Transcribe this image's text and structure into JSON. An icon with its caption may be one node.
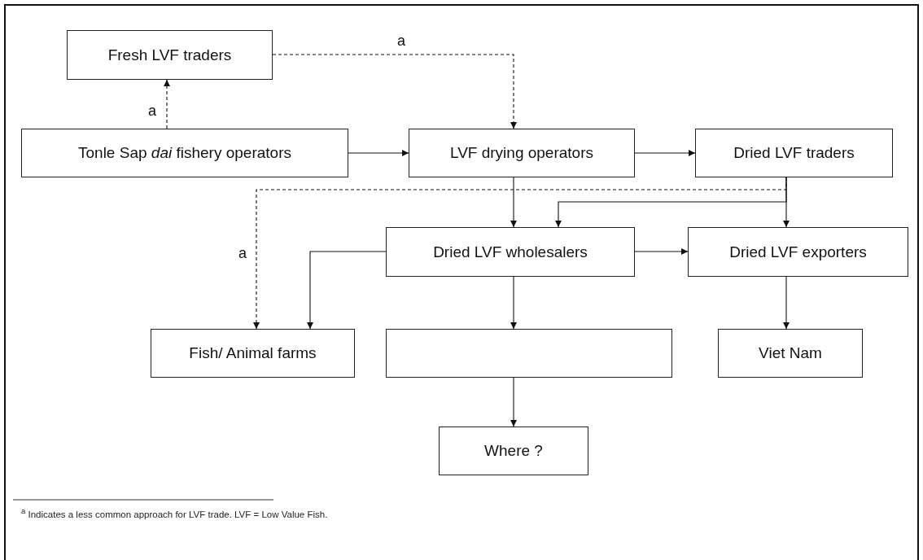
{
  "diagram": {
    "nodes": [
      {
        "text": [
          "Fresh LVF traders"
        ]
      },
      {
        "text": [
          "Tonle Sap *dai* fishery operators"
        ]
      },
      {
        "text": [
          "LVF drying operators"
        ]
      },
      {
        "text": [
          "Dried LVF traders"
        ]
      },
      {
        "text": [
          "Dried LVF wholesalers"
        ]
      },
      {
        "text": [
          "Dried LVF exporters"
        ]
      },
      {
        "text": [
          "Fish/ Animal farms"
        ]
      },
      {
        "text": [],
        "shape": "box"
      },
      {
        "text": [
          "Viet Nam"
        ]
      },
      {
        "text": [
          "Where ?"
        ]
      }
    ],
    "edges": [
      {
        "from": 1,
        "to": 0,
        "arrow": "to",
        "style": "dashed",
        "label": "a"
      },
      {
        "from": 0,
        "to": 2,
        "arrow": "to",
        "style": "dashed",
        "label": "a"
      },
      {
        "from": 1,
        "to": 2,
        "arrow": "to"
      },
      {
        "from": 2,
        "to": 3,
        "arrow": "to"
      },
      {
        "from": 2,
        "to": 4,
        "arrow": "to"
      },
      {
        "from": 3,
        "to": 6,
        "arrow": "to",
        "style": "dashed",
        "label": "a"
      },
      {
        "from": 3,
        "to": 4,
        "arrow": "to"
      },
      {
        "from": 3,
        "to": 5,
        "arrow": "to"
      },
      {
        "from": 4,
        "to": 6,
        "arrow": "to"
      },
      {
        "from": 4,
        "to": 5,
        "arrow": "to"
      },
      {
        "from": 4,
        "to": 7,
        "arrow": "to"
      },
      {
        "from": 5,
        "to": 8,
        "arrow": "to"
      },
      {
        "from": 7,
        "to": 9,
        "arrow": "to"
      }
    ],
    "labels": [
      "$^{a}$ Indicates a less common approach for LVF trade. LVF = Low Value Fish."
    ]
  }
}
